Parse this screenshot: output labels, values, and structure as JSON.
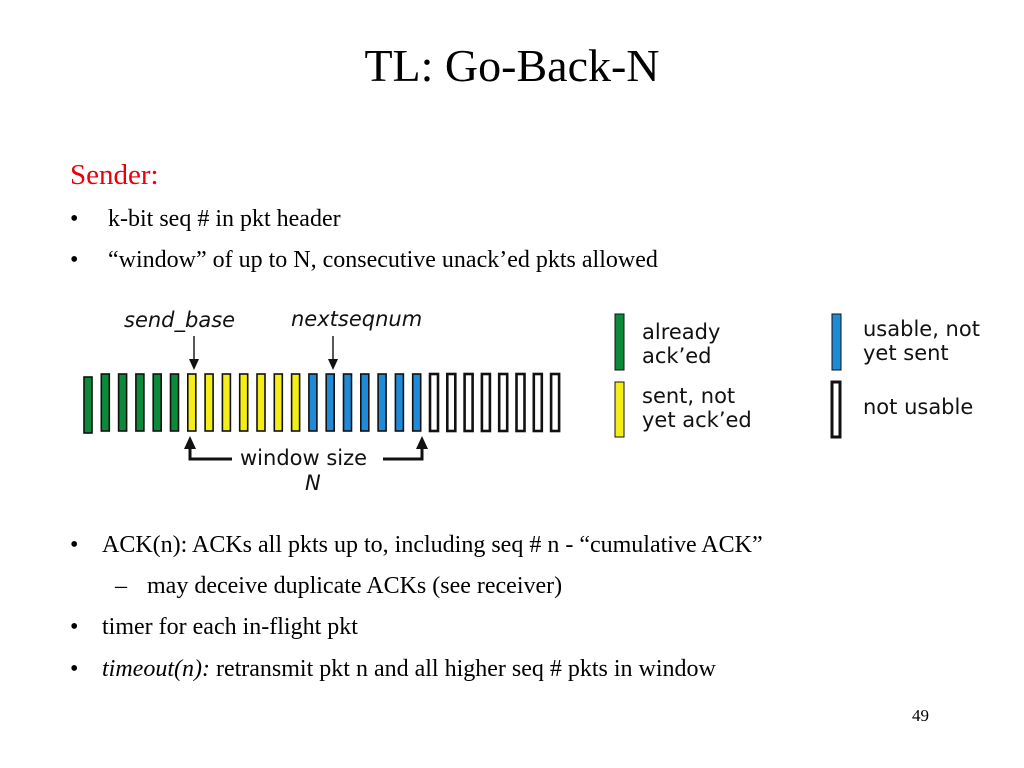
{
  "title": "TL: Go-Back-N",
  "sender_heading": "Sender:",
  "sender_bullets": [
    "k-bit seq # in pkt header",
    "“window” of up to N, consecutive unack’ed pkts allowed"
  ],
  "bullet_glyph": "•",
  "dash_glyph": "–",
  "diagram": {
    "send_base_label": "send_base",
    "nextseqnum_label": "nextseqnum",
    "window_label": "window size",
    "window_n": "N",
    "segments": {
      "green": 6,
      "yellow": 7,
      "blue": 7,
      "white": 8
    },
    "legend": [
      {
        "key": "acked",
        "color": "#0b8a3a",
        "line1": "already",
        "line2": "ack’ed"
      },
      {
        "key": "usable",
        "color": "#1f8ad8",
        "line1": "usable, not",
        "line2": "yet sent"
      },
      {
        "key": "sent",
        "color": "#f4ee16",
        "line1": "sent, not",
        "line2": "yet ack’ed"
      },
      {
        "key": "notusable",
        "color": "#ffffff",
        "line1": "not usable",
        "line2": ""
      }
    ]
  },
  "bullets": {
    "ack": "ACK(n): ACKs all pkts up to, including seq # n - “cumulative ACK”",
    "ack_sub": "may deceive duplicate ACKs (see receiver)",
    "timer": "timer for each in-flight pkt",
    "timeout_label": "timeout(n):",
    "timeout_rest": " retransmit pkt n and all higher seq # pkts in window"
  },
  "page_number": "49"
}
